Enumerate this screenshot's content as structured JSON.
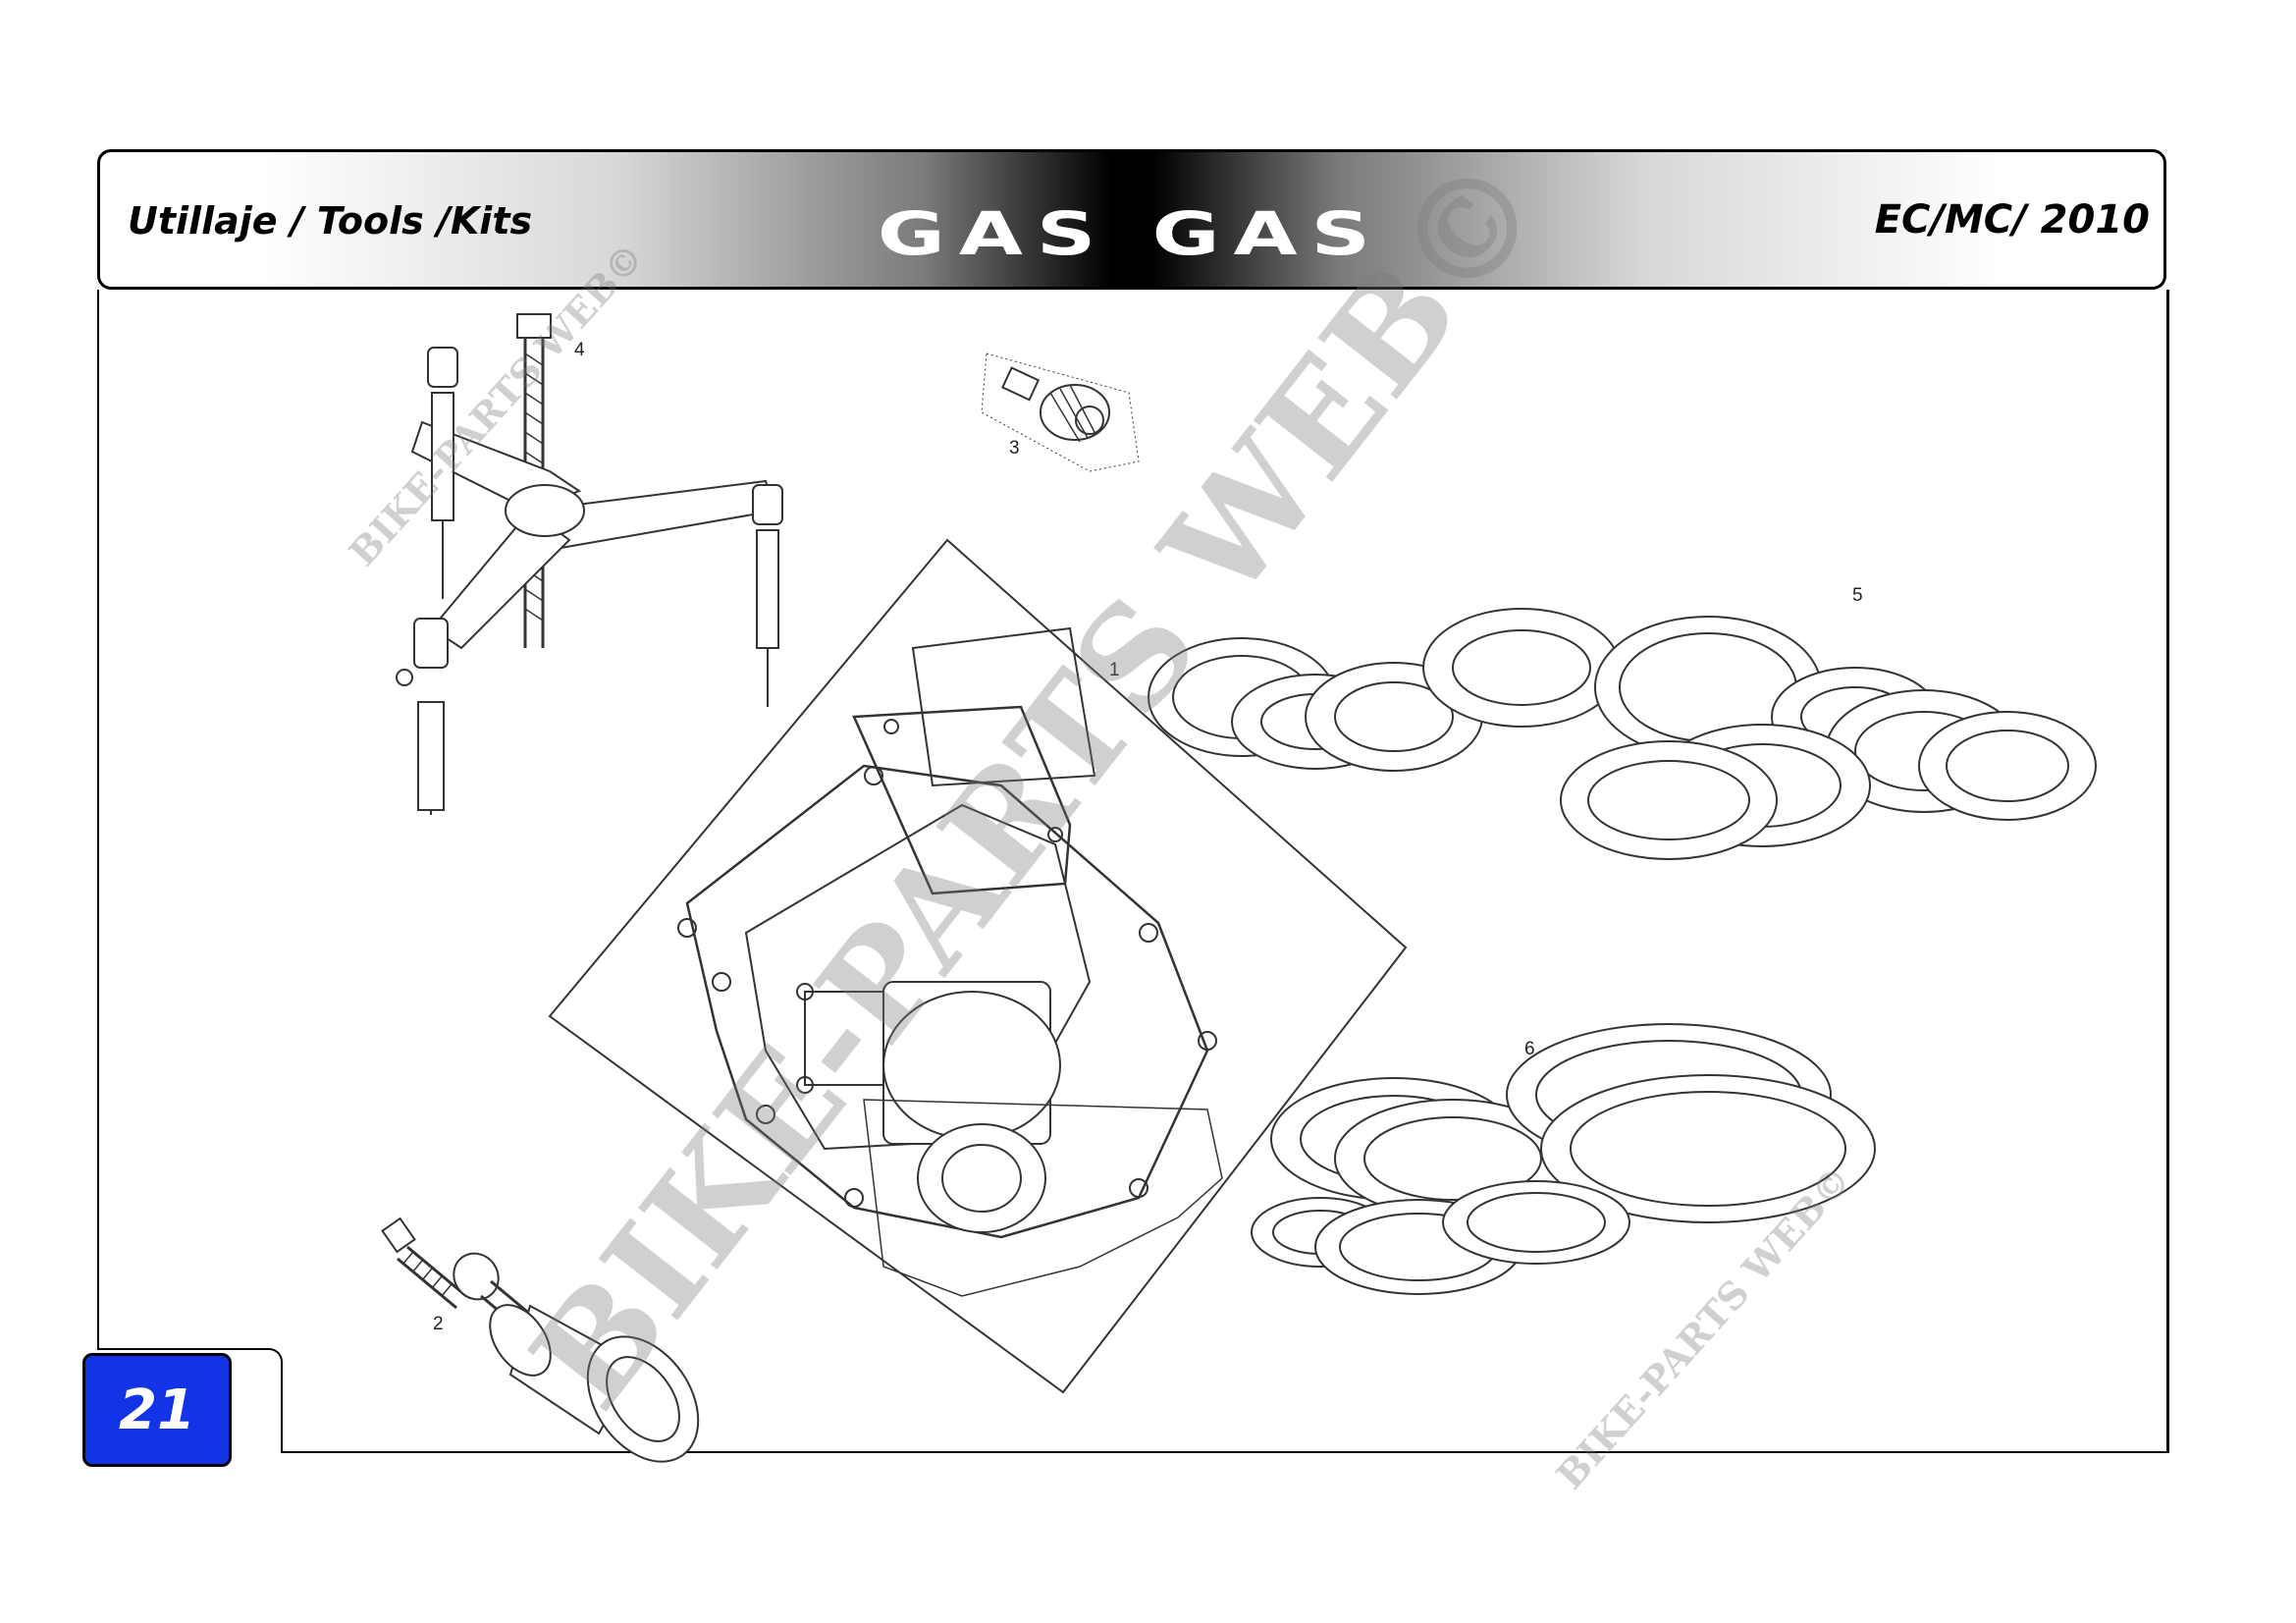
{
  "header": {
    "title_left": "Utillaje / Tools /Kits",
    "brand": "GAS GAS",
    "title_right": "EC/MC/ 2010"
  },
  "page_number": "21",
  "callouts": [
    "1",
    "2",
    "3",
    "4",
    "5",
    "6"
  ],
  "watermark": {
    "main": "BIKE-PARTS WEB©",
    "small": "BIKE-PARTS WEB©"
  },
  "colors": {
    "page_number_bg": "#1234e6"
  }
}
